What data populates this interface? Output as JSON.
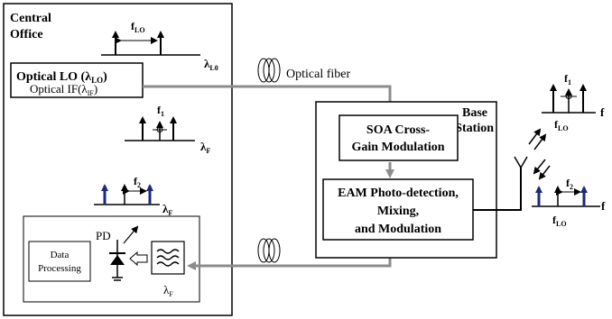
{
  "colors": {
    "fiber": "#8c8c8c",
    "arrow_blue": "#1e2a78",
    "line": "#000000",
    "background": "#ffffff"
  },
  "central_office": {
    "title_line1": "Central",
    "title_line2": "Office",
    "spectrum_lo_label": "f",
    "spectrum_lo_sub": "LO",
    "lambda_lo": "λ",
    "lambda_lo_sub": "L0",
    "optical_lo_label": "Optical LO (λ",
    "optical_lo_sub": "LO",
    "optical_lo_close": ")",
    "optical_if_label": "Optical IF(λ",
    "optical_if_sub": "IF",
    "optical_if_close": ")",
    "spectrum_f1_label": "f",
    "spectrum_f1_sub": "1",
    "lambda_f1": "λ",
    "lambda_f1_sub": "F",
    "spectrum_f2_label": "f",
    "spectrum_f2_sub": "2",
    "lambda_f2": "λ",
    "lambda_f2_sub": "F",
    "data_processing_line1": "Data",
    "data_processing_line2": "Processing",
    "pd_label": "PD",
    "filter_lambda": "λ",
    "filter_lambda_sub": "F"
  },
  "fiber": {
    "label": "Optical fiber"
  },
  "base_station": {
    "title_line1": "Base",
    "title_line2": "Station",
    "soa_line1": "SOA Cross-",
    "soa_line2": "Gain Modulation",
    "eam_line1": "EAM Photo-detection,",
    "eam_line2": "Mixing,",
    "eam_line3": "and Modulation"
  },
  "antenna": {
    "up_label": "f",
    "up_sub": "1",
    "up_axis": "f",
    "up_lo": "f",
    "up_lo_sub": "LO",
    "down_label": "f",
    "down_sub": "2",
    "down_axis": "f",
    "down_lo": "f",
    "down_lo_sub": "LO"
  }
}
